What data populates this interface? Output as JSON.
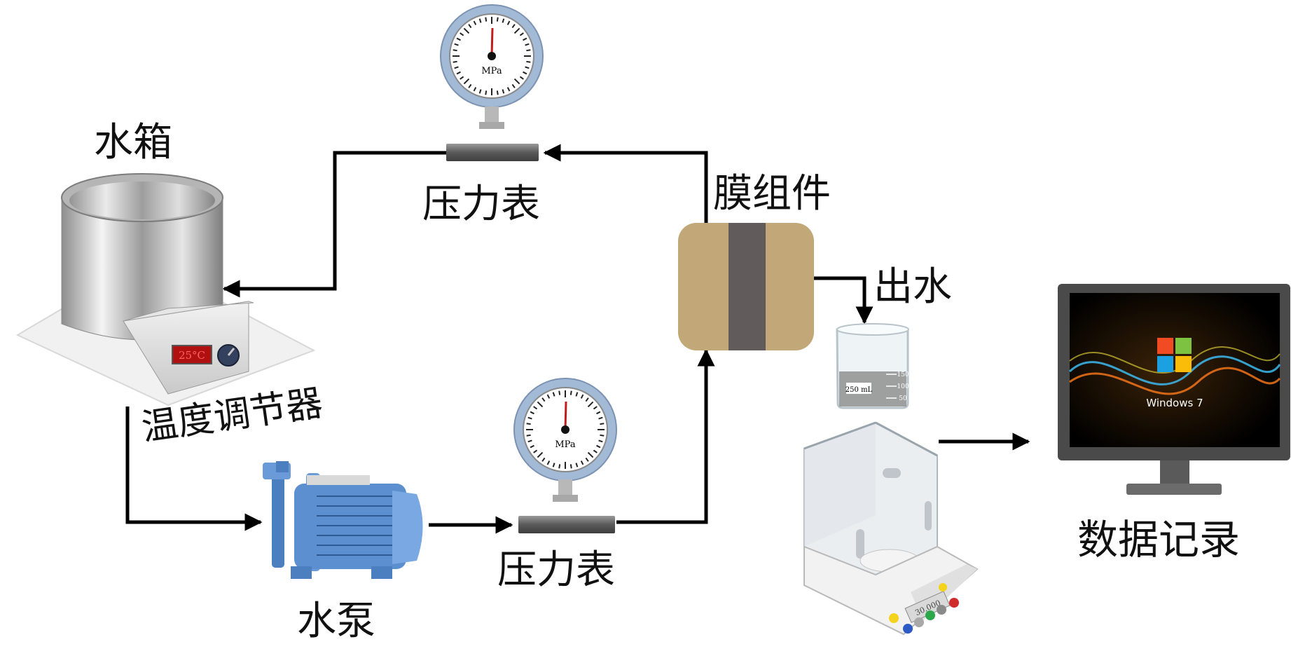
{
  "labels": {
    "water_tank": "水箱",
    "temperature_controller": "温度调节器",
    "pressure_gauge_top": "压力表",
    "pressure_gauge_bottom": "压力表",
    "membrane_module": "膜组件",
    "outflow": "出水",
    "water_pump": "水泵",
    "data_record": "数据记录"
  },
  "device_text": {
    "controller_display": "25°C",
    "gauge_unit_top": "MPa",
    "gauge_unit_bottom": "MPa",
    "beaker_volume": "250 mL",
    "beaker_marks": [
      "150",
      "100",
      "50"
    ],
    "balance_display": "30.000",
    "monitor_os": "Windows 7"
  },
  "colors": {
    "line": "#000000",
    "membrane_frame": "#c2a878",
    "membrane_core": "#625b5b",
    "pump": "#5b8fd0",
    "display_red": "#e02020",
    "gauge_ring": "#9fb6d4"
  }
}
